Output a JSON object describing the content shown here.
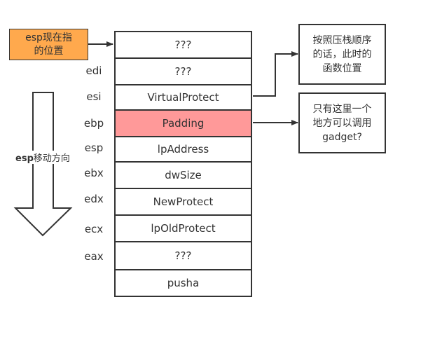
{
  "esp_label": {
    "line1": "esp现在指",
    "line2": "的位置"
  },
  "direction_label": {
    "bold": "esp",
    "rest": "移动方向"
  },
  "stack": [
    {
      "value": "???",
      "register": ""
    },
    {
      "value": "???",
      "register": "edi"
    },
    {
      "value": "VirtualProtect",
      "register": "esi"
    },
    {
      "value": "Padding",
      "register": "ebp"
    },
    {
      "value": "lpAddress",
      "register": "esp"
    },
    {
      "value": "dwSize",
      "register": "ebx"
    },
    {
      "value": "NewProtect",
      "register": "edx"
    },
    {
      "value": "lpOldProtect",
      "register": "ecx"
    },
    {
      "value": "???",
      "register": "eax"
    },
    {
      "value": "pusha",
      "register": ""
    }
  ],
  "notes": {
    "top": [
      "按照压栈顺序",
      "的话，此时的",
      "函数位置"
    ],
    "bottom": [
      "只有这里一个",
      "地方可以调用",
      "gadget?"
    ]
  },
  "colors": {
    "esp_label_fill": "#ffa94d",
    "highlight_fill": "#ff9999",
    "stroke": "#333333"
  }
}
